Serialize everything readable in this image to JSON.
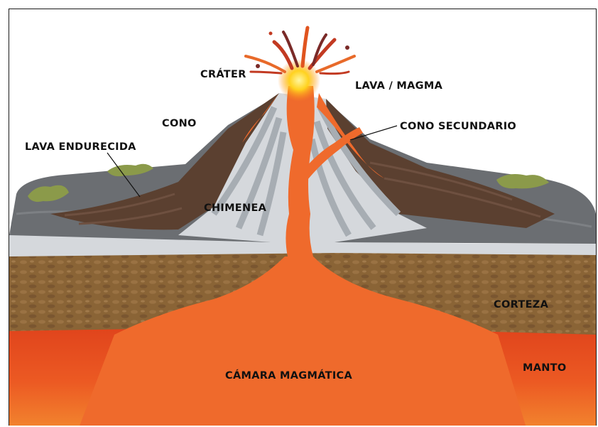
{
  "labels": {
    "crater": "CRÁTER",
    "lava_magma": "LAVA / MAGMA",
    "cono": "CONO",
    "cono_secundario": "CONO SECUNDARIO",
    "lava_endurecida": "LAVA ENDURECIDA",
    "chimenea": "CHIMENEA",
    "corteza": "CORTEZA",
    "manto": "MANTO",
    "camara_magmatica": "CÁMARA MAGMÁTICA"
  },
  "colors": {
    "magma": "#ef6a2c",
    "mantle": "#e8481f",
    "crust": "#8a6436",
    "ash_light": "#d5d8dc",
    "ash_stripe": "#a7adb3",
    "cone_brown": "#5b4030",
    "rock_gray": "#6b6e72",
    "moss": "#8b9a4a",
    "crater_glow": "#ffd21f"
  }
}
